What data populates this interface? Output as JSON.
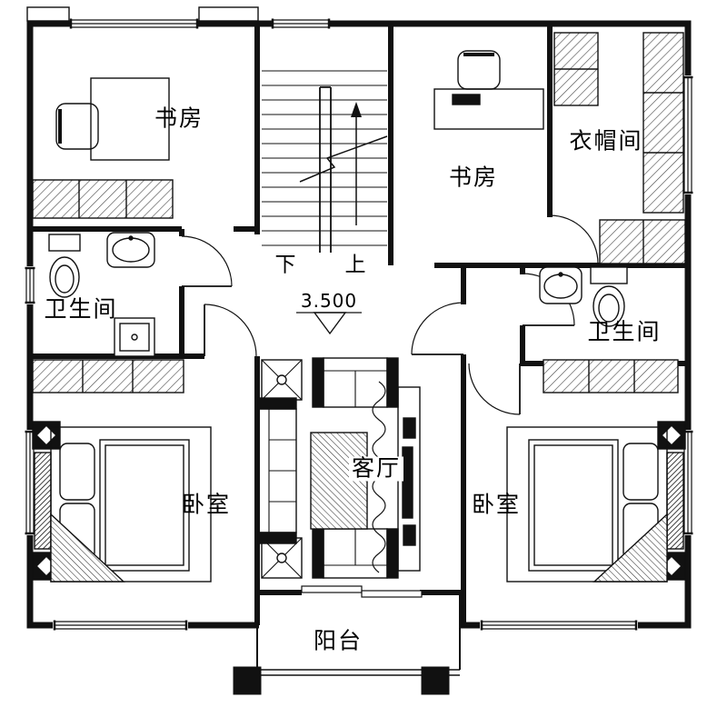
{
  "drawing": {
    "type": "residential floor plan (second storey)",
    "elevation": "3.500"
  },
  "rooms": {
    "study_left": {
      "label": "书房"
    },
    "study_right": {
      "label": "书房"
    },
    "cloakroom": {
      "label": "衣帽间"
    },
    "bathroom_left": {
      "label": "卫生间"
    },
    "bathroom_right": {
      "label": "卫生间"
    },
    "bedroom_left": {
      "label": "卧室"
    },
    "bedroom_right": {
      "label": "卧室"
    },
    "living_room": {
      "label": "客厅"
    },
    "balcony": {
      "label": "阳台"
    }
  },
  "stairs": {
    "down_label": "下",
    "up_label": "上"
  },
  "colors": {
    "ink": "#111111",
    "background": "#ffffff"
  }
}
